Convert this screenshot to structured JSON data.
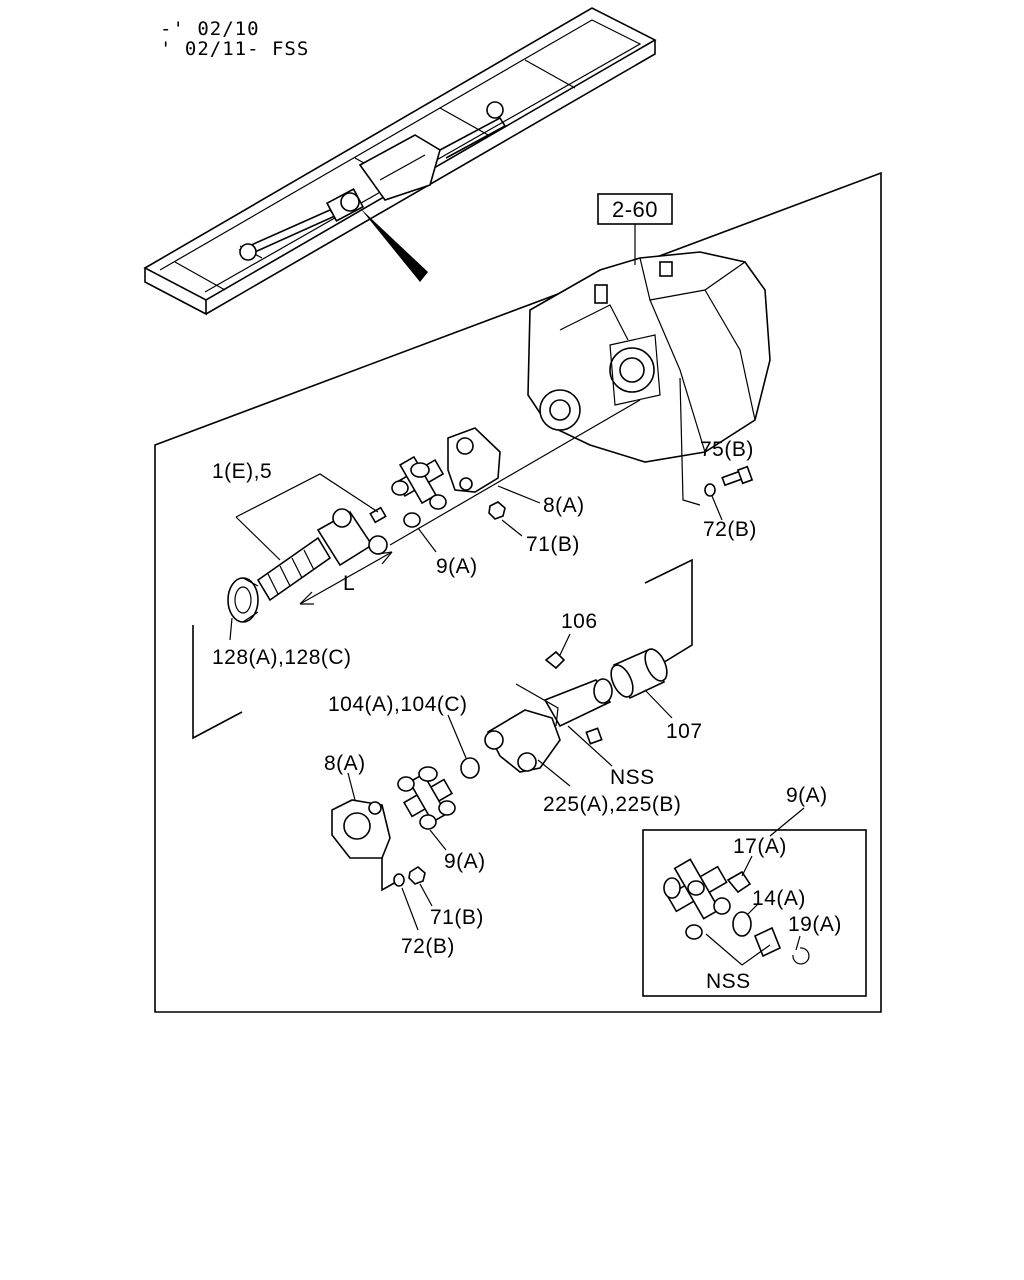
{
  "header": {
    "line1": "-' 02/10",
    "line2": "' 02/11- FSS"
  },
  "ref_box": "2-60",
  "callouts": {
    "c_1e5": "1(E),5",
    "c_8a_top": "8(A)",
    "c_75b": "75(B)",
    "c_72b_right": "72(B)",
    "c_71b_top": "71(B)",
    "c_9a_top": "9(A)",
    "c_L": "L",
    "c_128": "128(A),128(C)",
    "c_106": "106",
    "c_107": "107",
    "c_104": "104(A),104(C)",
    "c_8a_bottom": "8(A)",
    "c_nss_mid": "NSS",
    "c_225": "225(A),225(B)",
    "c_9a_bottom": "9(A)",
    "c_71b_bottom": "71(B)",
    "c_72b_bottom": "72(B)"
  },
  "inset": {
    "title": "9(A)",
    "c_17a": "17(A)",
    "c_14a": "14(A)",
    "c_19a": "19(A)",
    "c_nss": "NSS"
  }
}
